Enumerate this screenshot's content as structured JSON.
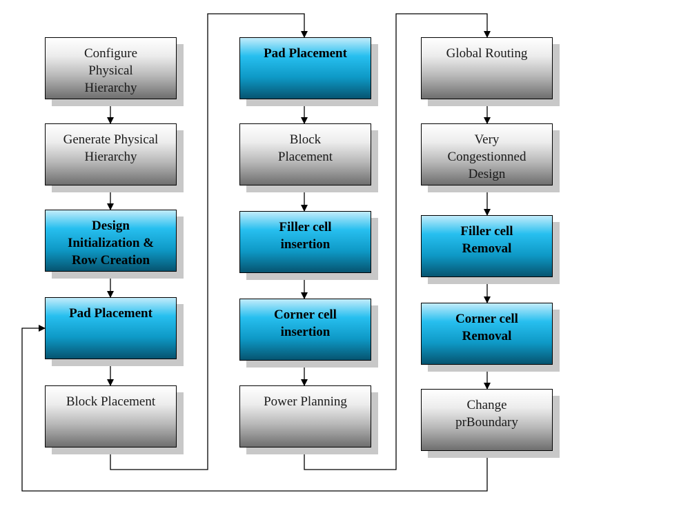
{
  "columns": [
    {
      "steps": [
        {
          "label": "Configure\nPhysical\nHierarchy",
          "style": "gray"
        },
        {
          "label": "Generate Physical\nHierarchy",
          "style": "gray"
        },
        {
          "label": "Design\nInitialization &\nRow Creation",
          "style": "blue"
        },
        {
          "label": "Pad Placement",
          "style": "blue"
        },
        {
          "label": "Block Placement",
          "style": "gray"
        }
      ]
    },
    {
      "steps": [
        {
          "label": "Pad Placement",
          "style": "blue"
        },
        {
          "label": "Block\nPlacement",
          "style": "gray"
        },
        {
          "label": "Filler cell\ninsertion",
          "style": "blue"
        },
        {
          "label": "Corner cell\ninsertion",
          "style": "blue"
        },
        {
          "label": "Power Planning",
          "style": "gray"
        }
      ]
    },
    {
      "steps": [
        {
          "label": "Global Routing",
          "style": "gray"
        },
        {
          "label": "Very\nCongestionned\nDesign",
          "style": "gray"
        },
        {
          "label": "Filler cell\nRemoval",
          "style": "blue"
        },
        {
          "label": "Corner cell\nRemoval",
          "style": "blue"
        },
        {
          "label": "Change\nprBoundary",
          "style": "gray"
        }
      ]
    }
  ]
}
